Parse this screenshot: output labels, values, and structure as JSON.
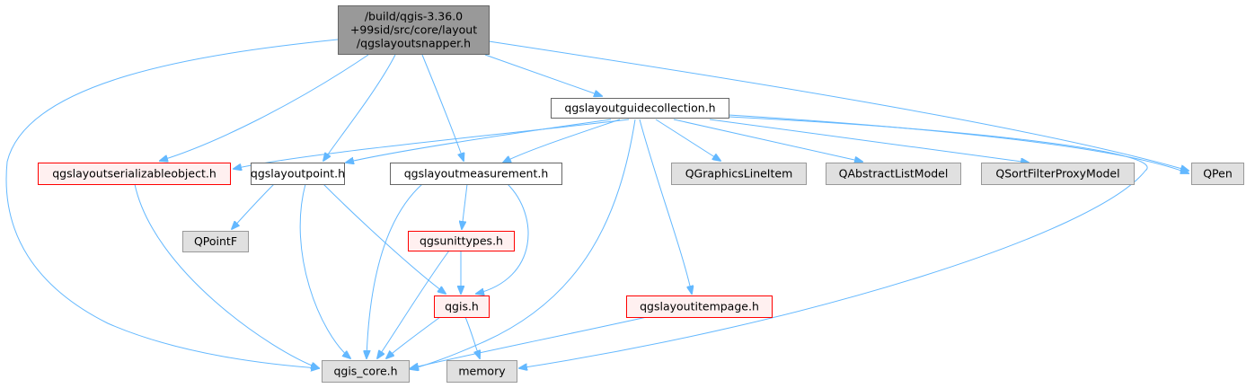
{
  "colors": {
    "edge": "#63b8ff",
    "root_fill": "#999999",
    "root_border": "#666666",
    "normal_fill": "#ffffff",
    "normal_border": "#666666",
    "warn_fill": "#fff0f0",
    "warn_border": "#ff0000",
    "external_fill": "#e0e0e0",
    "external_border": "#999999"
  },
  "nodes": {
    "root": {
      "lines": [
        "/build/qgis-3.36.0",
        "+99sid/src/core/layout",
        "/qgslayoutsnapper.h"
      ],
      "style": "root"
    },
    "guidecollection": {
      "lines": [
        "qgslayoutguidecollection.h"
      ],
      "style": "normal"
    },
    "serializable": {
      "lines": [
        "qgslayoutserializableobject.h"
      ],
      "style": "warn"
    },
    "point": {
      "lines": [
        "qgslayoutpoint.h"
      ],
      "style": "normal"
    },
    "measurement": {
      "lines": [
        "qgslayoutmeasurement.h"
      ],
      "style": "normal"
    },
    "graphicslineitem": {
      "lines": [
        "QGraphicsLineItem"
      ],
      "style": "external"
    },
    "abstractlistmodel": {
      "lines": [
        "QAbstractListModel"
      ],
      "style": "external"
    },
    "sortfilter": {
      "lines": [
        "QSortFilterProxyModel"
      ],
      "style": "external"
    },
    "qpen": {
      "lines": [
        "QPen"
      ],
      "style": "external"
    },
    "qpointf": {
      "lines": [
        "QPointF"
      ],
      "style": "external"
    },
    "unittypes": {
      "lines": [
        "qgsunittypes.h"
      ],
      "style": "warn"
    },
    "qgis": {
      "lines": [
        "qgis.h"
      ],
      "style": "warn"
    },
    "itempage": {
      "lines": [
        "qgslayoutitempage.h"
      ],
      "style": "warn"
    },
    "core": {
      "lines": [
        "qgis_core.h"
      ],
      "style": "external"
    },
    "memory": {
      "lines": [
        "memory"
      ],
      "style": "external"
    }
  },
  "edges": [
    {
      "from": "root",
      "to": "guidecollection"
    },
    {
      "from": "root",
      "to": "serializable"
    },
    {
      "from": "root",
      "to": "point"
    },
    {
      "from": "root",
      "to": "measurement"
    },
    {
      "from": "root",
      "to": "qpen"
    },
    {
      "from": "root",
      "to": "core"
    },
    {
      "from": "guidecollection",
      "to": "serializable"
    },
    {
      "from": "guidecollection",
      "to": "point"
    },
    {
      "from": "guidecollection",
      "to": "measurement"
    },
    {
      "from": "guidecollection",
      "to": "graphicslineitem"
    },
    {
      "from": "guidecollection",
      "to": "abstractlistmodel"
    },
    {
      "from": "guidecollection",
      "to": "sortfilter"
    },
    {
      "from": "guidecollection",
      "to": "qpen"
    },
    {
      "from": "guidecollection",
      "to": "itempage"
    },
    {
      "from": "guidecollection",
      "to": "core"
    },
    {
      "from": "guidecollection",
      "to": "memory"
    },
    {
      "from": "serializable",
      "to": "core"
    },
    {
      "from": "point",
      "to": "qpointf"
    },
    {
      "from": "point",
      "to": "qgis"
    },
    {
      "from": "point",
      "to": "core"
    },
    {
      "from": "measurement",
      "to": "unittypes"
    },
    {
      "from": "measurement",
      "to": "qgis"
    },
    {
      "from": "measurement",
      "to": "core"
    },
    {
      "from": "unittypes",
      "to": "qgis"
    },
    {
      "from": "unittypes",
      "to": "core"
    },
    {
      "from": "qgis",
      "to": "core"
    },
    {
      "from": "qgis",
      "to": "memory"
    },
    {
      "from": "itempage",
      "to": "core"
    }
  ]
}
